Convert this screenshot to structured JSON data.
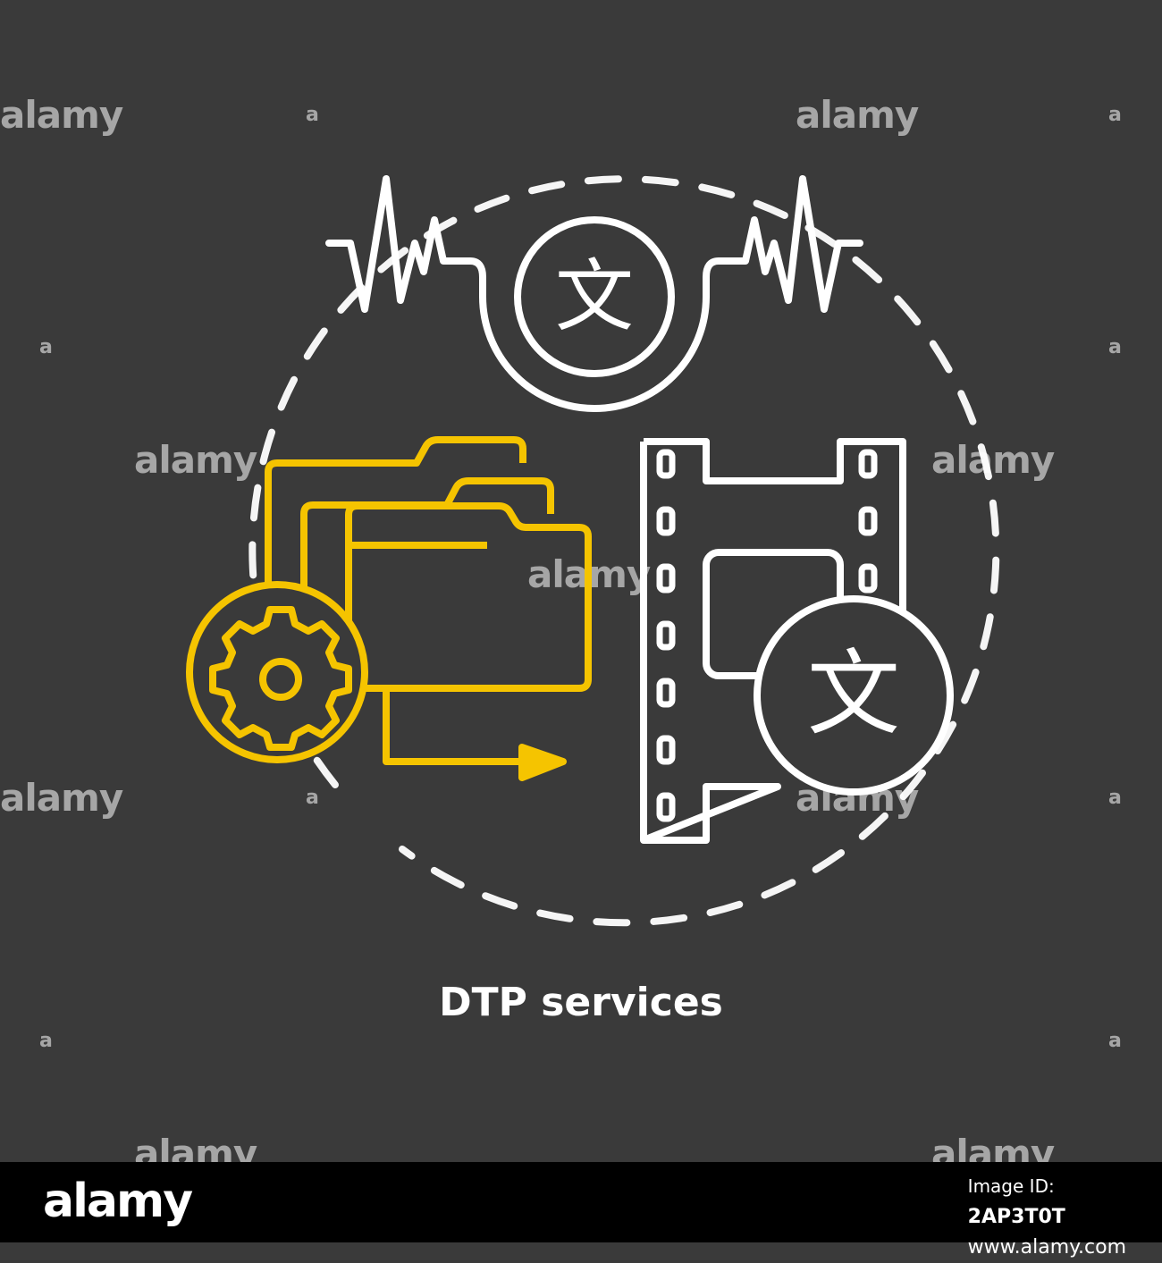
{
  "illustration": {
    "caption": "DTP services",
    "colors": {
      "background": "#3a3a3a",
      "chalk_white": "#ffffff",
      "chalk_yellow": "#f5c400"
    },
    "icons": [
      "dashed-circle",
      "sound-wave-icon",
      "translation-icon",
      "folders-icon",
      "gear-icon",
      "arrow-icon",
      "film-strip-icon"
    ],
    "glyph": "文"
  },
  "watermark": {
    "word": "alamy",
    "letter": "a"
  },
  "footer": {
    "logo": "alamy",
    "image_id_label": "Image ID:",
    "image_id": "2AP3T0T",
    "site": "www.alamy.com"
  }
}
